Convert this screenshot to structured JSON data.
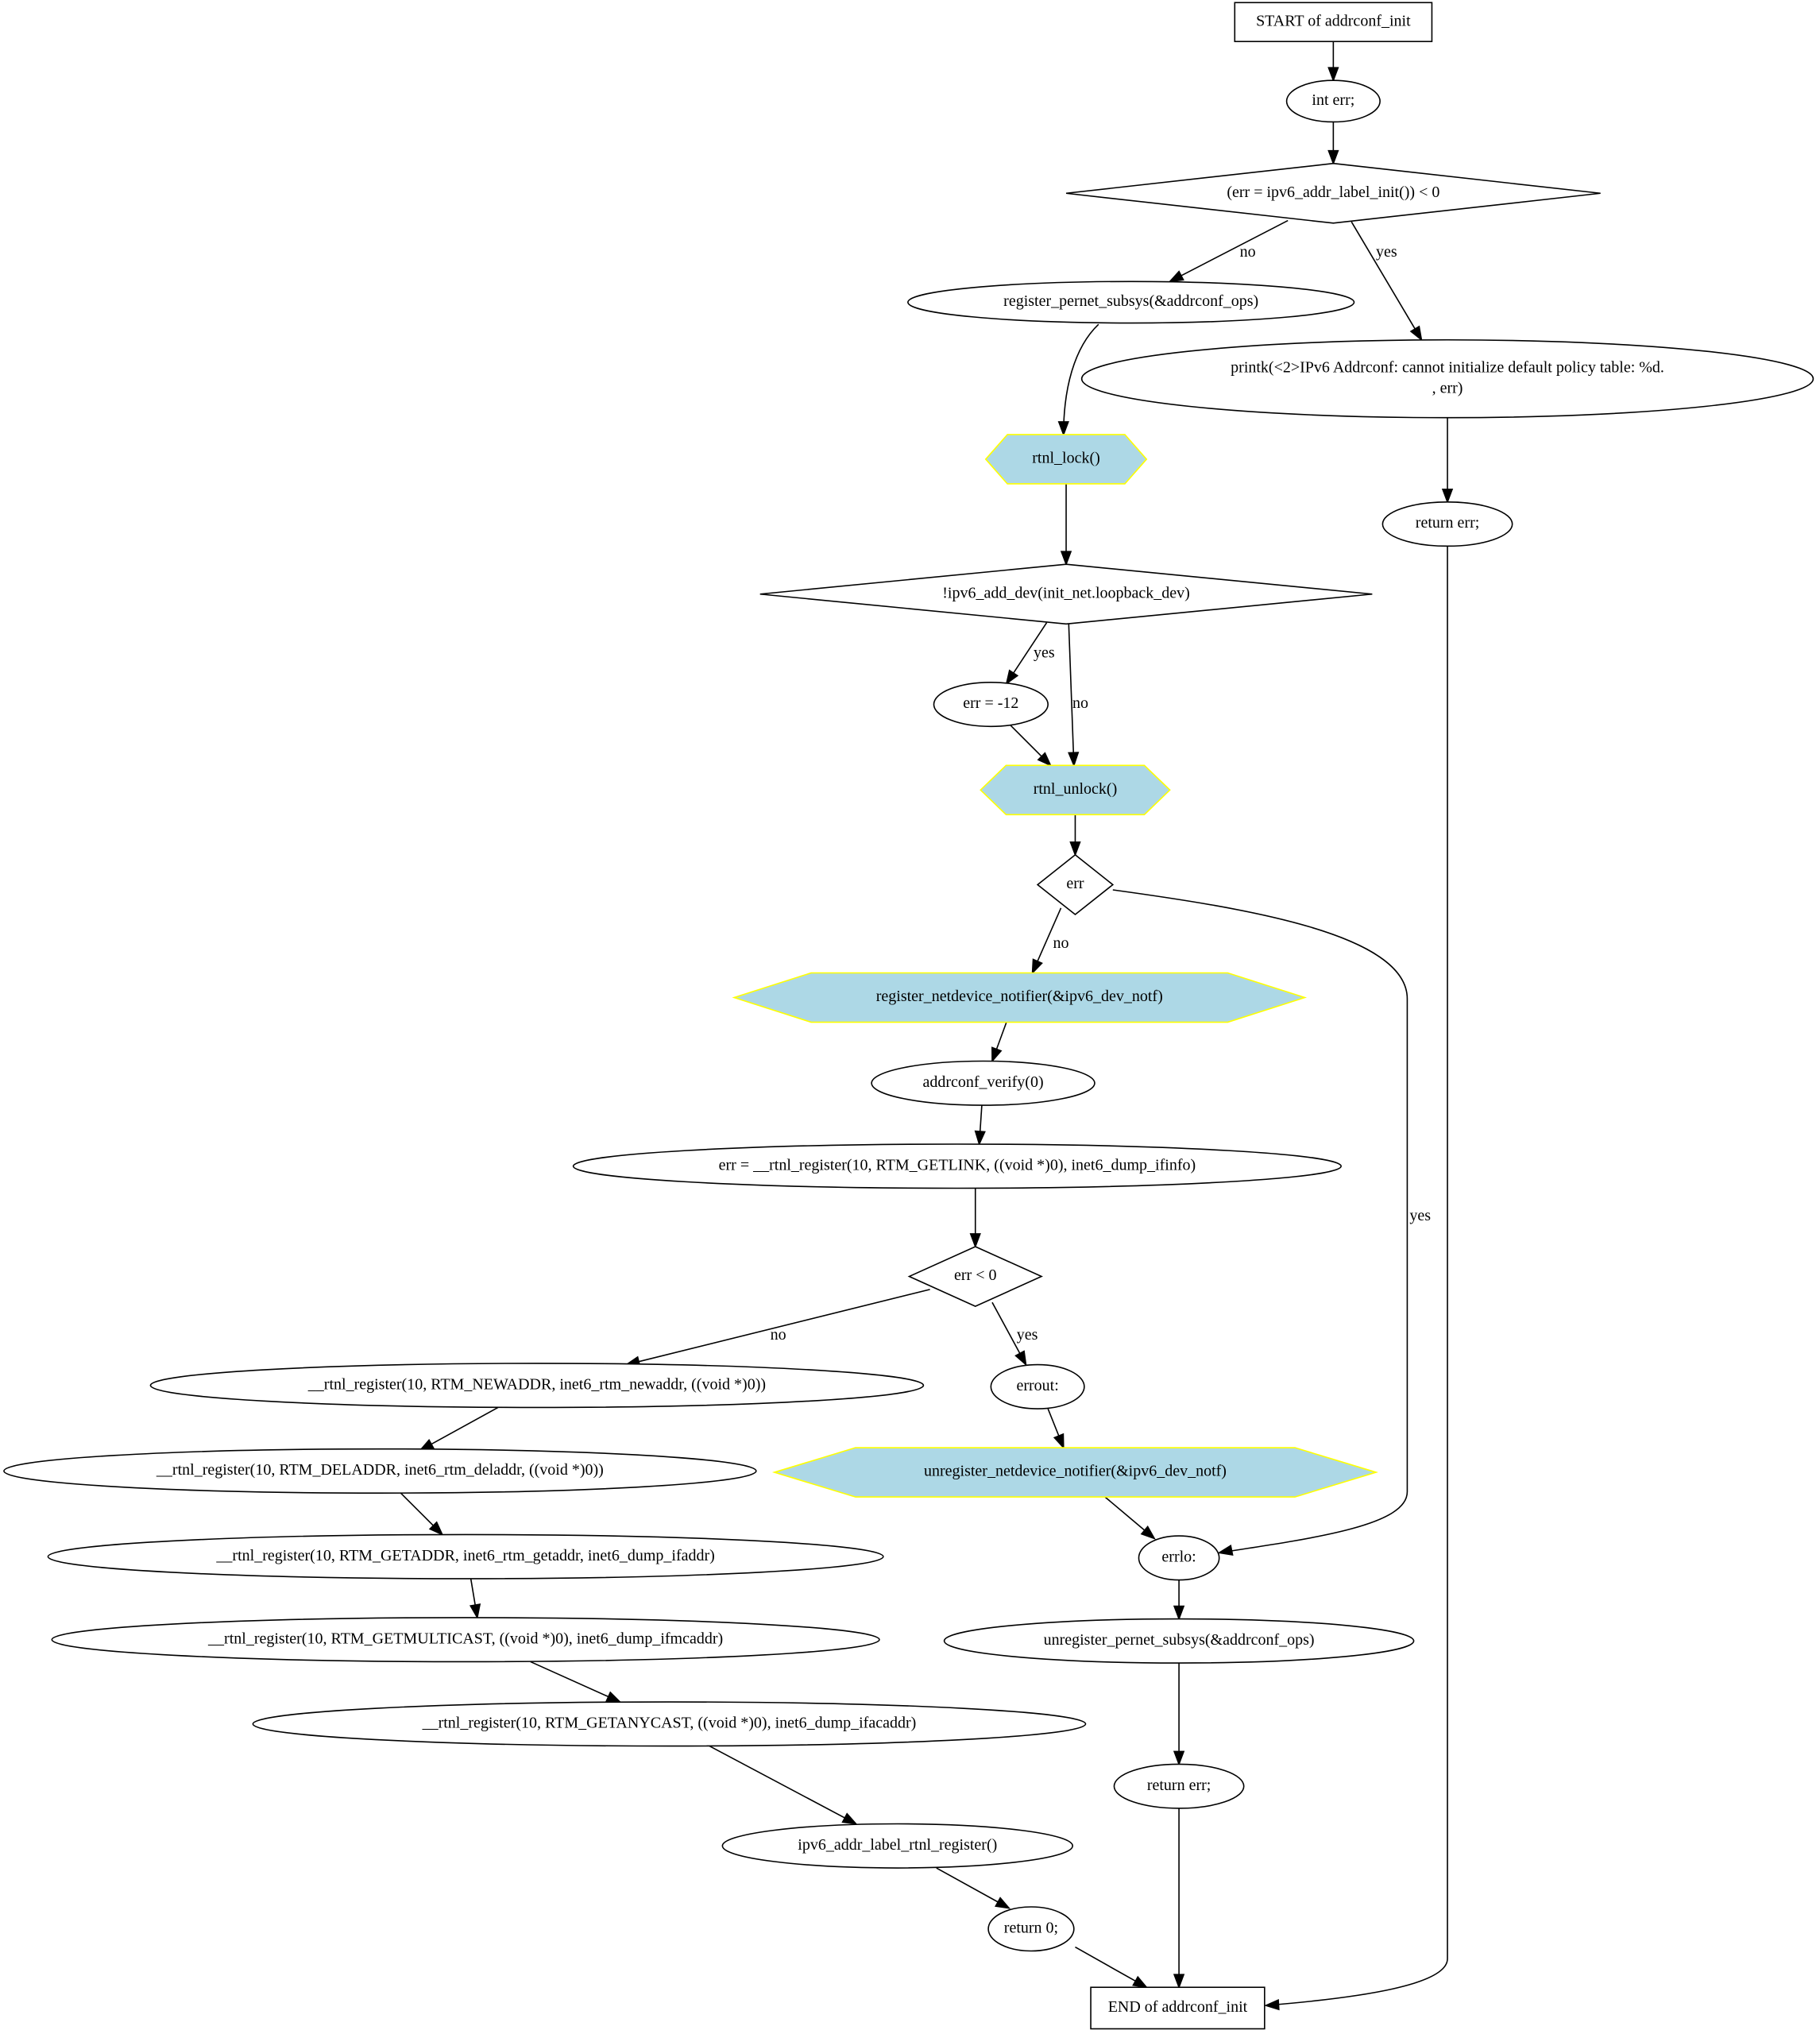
{
  "diagram": {
    "type": "control-flow graph",
    "nodes": [
      {
        "id": "start",
        "shape": "box",
        "lines": [
          "START of addrconf_init"
        ]
      },
      {
        "id": "decl",
        "shape": "ellipse",
        "lines": [
          "int err;"
        ]
      },
      {
        "id": "cond_label",
        "shape": "diamond",
        "lines": [
          "(err = ipv6_addr_label_init()) < 0"
        ]
      },
      {
        "id": "reg_pernet",
        "shape": "ellipse",
        "lines": [
          "register_pernet_subsys(&addrconf_ops)"
        ]
      },
      {
        "id": "printk",
        "shape": "ellipse",
        "lines": [
          "printk(<2>IPv6 Addrconf: cannot initialize default policy table: %d.",
          ", err)"
        ]
      },
      {
        "id": "rtnl_lock",
        "shape": "hexagon",
        "style": "call",
        "lines": [
          "rtnl_lock()"
        ]
      },
      {
        "id": "ret_err1",
        "shape": "ellipse",
        "lines": [
          "return err;"
        ]
      },
      {
        "id": "cond_adddev",
        "shape": "diamond",
        "lines": [
          "!ipv6_add_dev(init_net.loopback_dev)"
        ]
      },
      {
        "id": "err_neg12",
        "shape": "ellipse",
        "lines": [
          "err = -12"
        ]
      },
      {
        "id": "rtnl_unlock",
        "shape": "hexagon",
        "style": "call",
        "lines": [
          "rtnl_unlock()"
        ]
      },
      {
        "id": "cond_err",
        "shape": "diamond",
        "lines": [
          "err"
        ]
      },
      {
        "id": "reg_notifier",
        "shape": "hexagon",
        "style": "call",
        "lines": [
          "register_netdevice_notifier(&ipv6_dev_notf)"
        ]
      },
      {
        "id": "verify",
        "shape": "ellipse",
        "lines": [
          "addrconf_verify(0)"
        ]
      },
      {
        "id": "reg_getlink",
        "shape": "ellipse",
        "lines": [
          "err = __rtnl_register(10, RTM_GETLINK, ((void *)0), inet6_dump_ifinfo)"
        ]
      },
      {
        "id": "cond_errlt0",
        "shape": "diamond",
        "lines": [
          "err < 0"
        ]
      },
      {
        "id": "reg_newaddr",
        "shape": "ellipse",
        "lines": [
          "__rtnl_register(10, RTM_NEWADDR, inet6_rtm_newaddr, ((void *)0))"
        ]
      },
      {
        "id": "errout",
        "shape": "ellipse",
        "lines": [
          "errout:"
        ]
      },
      {
        "id": "reg_deladdr",
        "shape": "ellipse",
        "lines": [
          "__rtnl_register(10, RTM_DELADDR, inet6_rtm_deladdr, ((void *)0))"
        ]
      },
      {
        "id": "unreg_notifier",
        "shape": "hexagon",
        "style": "call",
        "lines": [
          "unregister_netdevice_notifier(&ipv6_dev_notf)"
        ]
      },
      {
        "id": "reg_getaddr",
        "shape": "ellipse",
        "lines": [
          "__rtnl_register(10, RTM_GETADDR, inet6_rtm_getaddr, inet6_dump_ifaddr)"
        ]
      },
      {
        "id": "errlo",
        "shape": "ellipse",
        "lines": [
          "errlo:"
        ]
      },
      {
        "id": "reg_getmulticast",
        "shape": "ellipse",
        "lines": [
          "__rtnl_register(10, RTM_GETMULTICAST, ((void *)0), inet6_dump_ifmcaddr)"
        ]
      },
      {
        "id": "unreg_pernet",
        "shape": "ellipse",
        "lines": [
          "unregister_pernet_subsys(&addrconf_ops)"
        ]
      },
      {
        "id": "reg_getanycast",
        "shape": "ellipse",
        "lines": [
          "__rtnl_register(10, RTM_GETANYCAST, ((void *)0), inet6_dump_ifacaddr)"
        ]
      },
      {
        "id": "ret_err2",
        "shape": "ellipse",
        "lines": [
          "return err;"
        ]
      },
      {
        "id": "label_rtnl_reg",
        "shape": "ellipse",
        "lines": [
          "ipv6_addr_label_rtnl_register()"
        ]
      },
      {
        "id": "ret_zero",
        "shape": "ellipse",
        "lines": [
          "return 0;"
        ]
      },
      {
        "id": "end",
        "shape": "box",
        "lines": [
          "END of addrconf_init"
        ]
      }
    ],
    "edges": [
      {
        "from": "start",
        "to": "decl",
        "label": ""
      },
      {
        "from": "decl",
        "to": "cond_label",
        "label": ""
      },
      {
        "from": "cond_label",
        "to": "reg_pernet",
        "label": "no"
      },
      {
        "from": "cond_label",
        "to": "printk",
        "label": "yes"
      },
      {
        "from": "reg_pernet",
        "to": "rtnl_lock",
        "label": ""
      },
      {
        "from": "printk",
        "to": "ret_err1",
        "label": ""
      },
      {
        "from": "rtnl_lock",
        "to": "cond_adddev",
        "label": ""
      },
      {
        "from": "cond_adddev",
        "to": "err_neg12",
        "label": "yes"
      },
      {
        "from": "cond_adddev",
        "to": "rtnl_unlock",
        "label": "no"
      },
      {
        "from": "err_neg12",
        "to": "rtnl_unlock",
        "label": ""
      },
      {
        "from": "rtnl_unlock",
        "to": "cond_err",
        "label": ""
      },
      {
        "from": "cond_err",
        "to": "reg_notifier",
        "label": "no"
      },
      {
        "from": "cond_err",
        "to": "errlo",
        "label": "yes"
      },
      {
        "from": "reg_notifier",
        "to": "verify",
        "label": ""
      },
      {
        "from": "verify",
        "to": "reg_getlink",
        "label": ""
      },
      {
        "from": "reg_getlink",
        "to": "cond_errlt0",
        "label": ""
      },
      {
        "from": "cond_errlt0",
        "to": "reg_newaddr",
        "label": "no"
      },
      {
        "from": "cond_errlt0",
        "to": "errout",
        "label": "yes"
      },
      {
        "from": "reg_newaddr",
        "to": "reg_deladdr",
        "label": ""
      },
      {
        "from": "errout",
        "to": "unreg_notifier",
        "label": ""
      },
      {
        "from": "reg_deladdr",
        "to": "reg_getaddr",
        "label": ""
      },
      {
        "from": "unreg_notifier",
        "to": "errlo",
        "label": ""
      },
      {
        "from": "reg_getaddr",
        "to": "reg_getmulticast",
        "label": ""
      },
      {
        "from": "errlo",
        "to": "unreg_pernet",
        "label": ""
      },
      {
        "from": "reg_getmulticast",
        "to": "reg_getanycast",
        "label": ""
      },
      {
        "from": "unreg_pernet",
        "to": "ret_err2",
        "label": ""
      },
      {
        "from": "reg_getanycast",
        "to": "label_rtnl_reg",
        "label": ""
      },
      {
        "from": "ret_err2",
        "to": "end",
        "label": ""
      },
      {
        "from": "label_rtnl_reg",
        "to": "ret_zero",
        "label": ""
      },
      {
        "from": "ret_zero",
        "to": "end",
        "label": ""
      },
      {
        "from": "ret_err1",
        "to": "end",
        "label": ""
      }
    ],
    "colors": {
      "call_fill": "#add8e6",
      "call_stroke": "#ffff00",
      "default_fill": "#ffffff",
      "stroke": "#000000"
    }
  }
}
